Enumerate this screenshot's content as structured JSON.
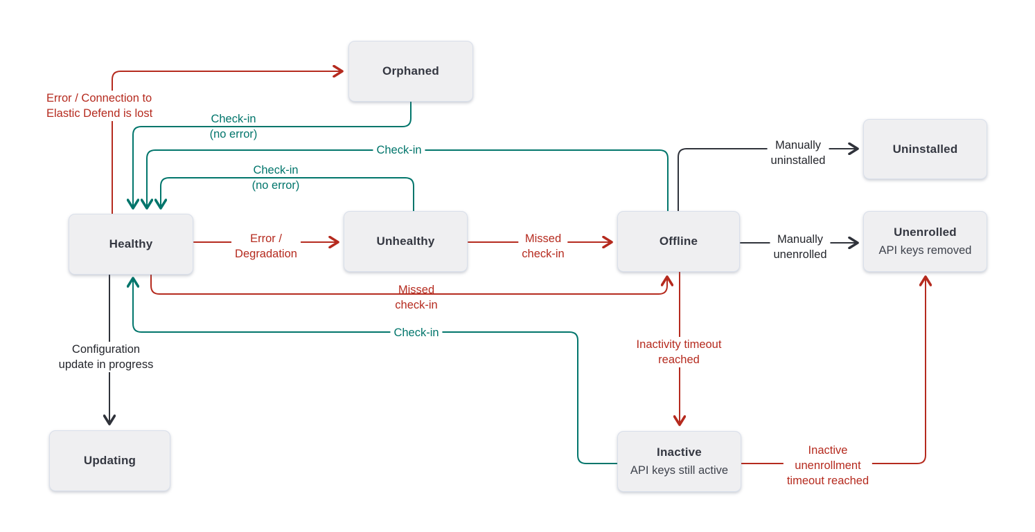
{
  "diagram": {
    "nodes": {
      "orphaned": {
        "title": "Orphaned"
      },
      "healthy": {
        "title": "Healthy"
      },
      "unhealthy": {
        "title": "Unhealthy"
      },
      "offline": {
        "title": "Offline"
      },
      "uninstalled": {
        "title": "Uninstalled"
      },
      "unenrolled": {
        "title": "Unenrolled",
        "subtitle": "API keys removed"
      },
      "updating": {
        "title": "Updating"
      },
      "inactive": {
        "title": "Inactive",
        "subtitle": "API keys still active"
      }
    },
    "edge_labels": {
      "error_connection": "Error / Connection to\nElastic Defend is lost",
      "checkin_no_error_orphaned": "Check-in\n(no error)",
      "checkin_offline": "Check-in",
      "checkin_no_error_unhealthy": "Check-in\n(no error)",
      "error_degradation": "Error /\nDegradation",
      "missed_checkin_unhealthy": "Missed\ncheck-in",
      "missed_checkin_healthy": "Missed\ncheck-in",
      "checkin_inactive": "Check-in",
      "configuration_update": "Configuration\nupdate in progress",
      "manually_uninstalled": "Manually\nuninstalled",
      "manually_unenrolled": "Manually\nunenrolled",
      "inactivity_timeout": "Inactivity timeout\nreached",
      "inactive_unenrollment": "Inactive\nunenrollment\ntimeout reached"
    },
    "colors": {
      "error_red": "#b52a1e",
      "success_teal": "#00756b",
      "neutral_dark": "#2f323a",
      "node_fill": "#efeff1",
      "node_border": "#d9dfea",
      "node_text": "#343741"
    }
  }
}
